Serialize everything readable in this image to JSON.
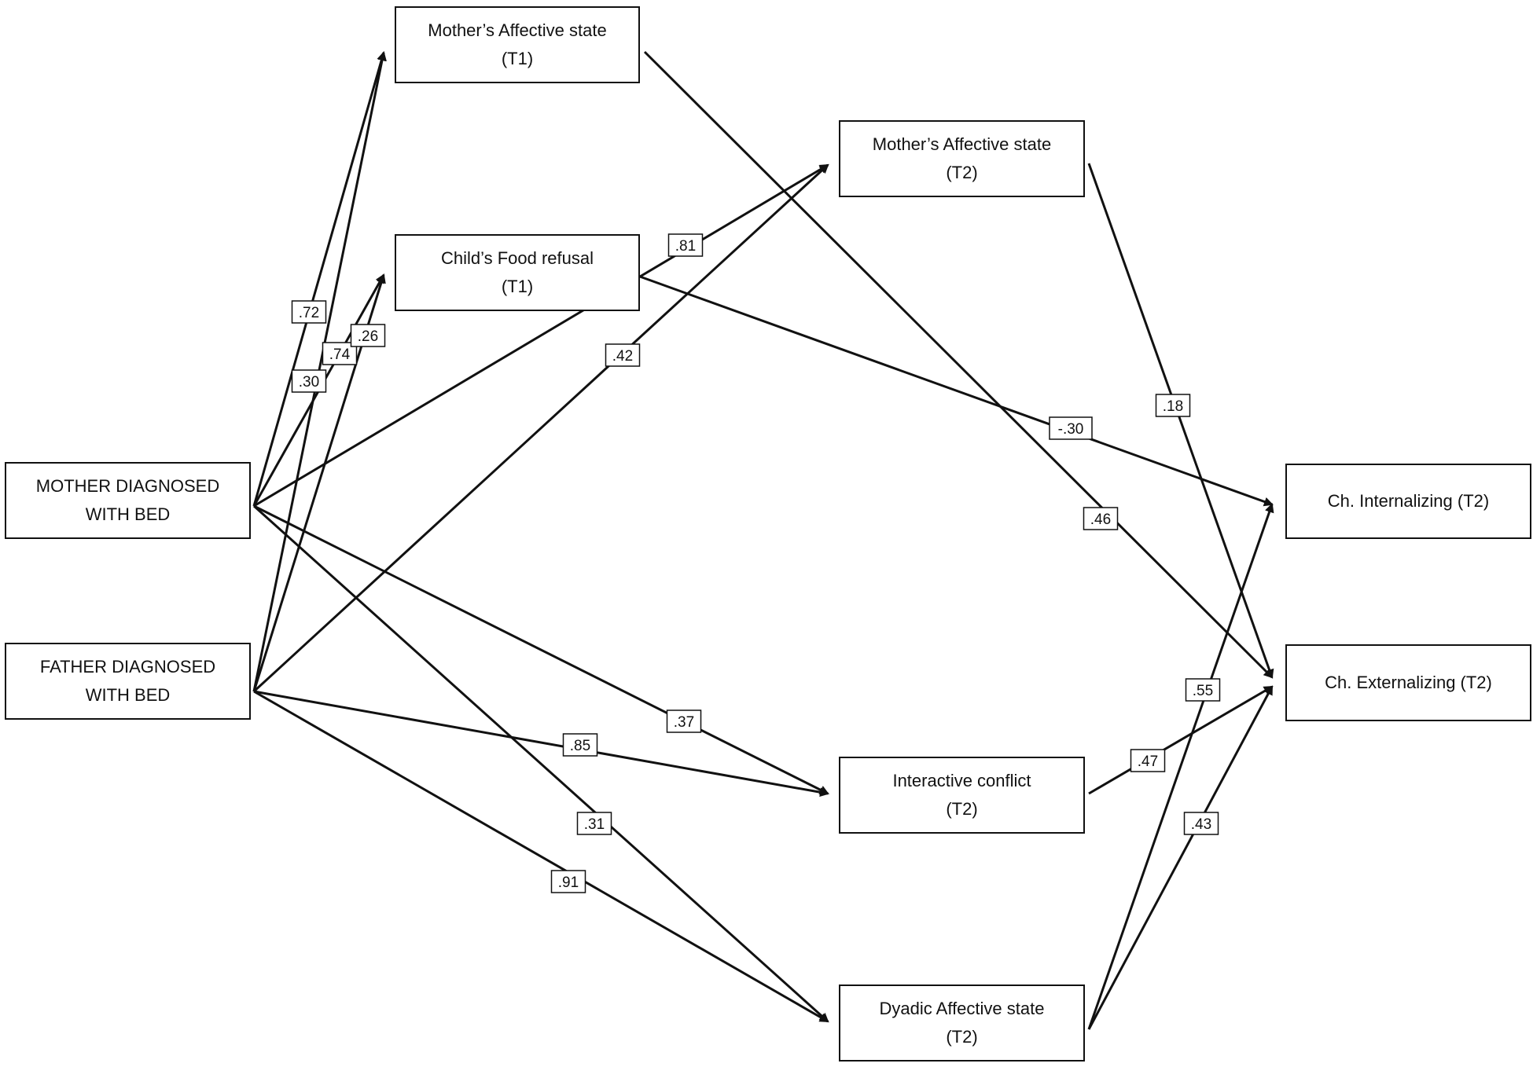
{
  "nodes": {
    "mother_bed": {
      "line1": "MOTHER DIAGNOSED",
      "line2": "WITH BED"
    },
    "father_bed": {
      "line1": "FATHER DIAGNOSED",
      "line2": "WITH BED"
    },
    "mother_aff_t1": {
      "line1": "Mother’s Affective state",
      "line2": "(T1)"
    },
    "food_refusal_t1": {
      "line1": "Child’s Food refusal",
      "line2": "(T1)"
    },
    "mother_aff_t2": {
      "line1": "Mother’s Affective state",
      "line2": "(T2)"
    },
    "interactive_conflict_t2": {
      "line1": "Interactive conflict",
      "line2": "(T2)"
    },
    "dyadic_aff_t2": {
      "line1": "Dyadic Affective state",
      "line2": "(T2)"
    },
    "internalizing_t2": {
      "line1": "Ch. Internalizing (T2)"
    },
    "externalizing_t2": {
      "line1": "Ch. Externalizing (T2)"
    }
  },
  "paths": [
    {
      "from": "mother_bed",
      "to": "mother_aff_t1",
      "coef": ".72"
    },
    {
      "from": "father_bed",
      "to": "mother_aff_t1",
      "coef": ".30"
    },
    {
      "from": "mother_bed",
      "to": "food_refusal_t1",
      "coef": ".74"
    },
    {
      "from": "father_bed",
      "to": "food_refusal_t1",
      "coef": ".26"
    },
    {
      "from": "mother_bed",
      "to": "mother_aff_t2",
      "coef": ".81"
    },
    {
      "from": "father_bed",
      "to": "mother_aff_t2",
      "coef": ".42"
    },
    {
      "from": "mother_bed",
      "to": "interactive_conflict_t2",
      "coef": ".37"
    },
    {
      "from": "father_bed",
      "to": "interactive_conflict_t2",
      "coef": ".85"
    },
    {
      "from": "mother_bed",
      "to": "dyadic_aff_t2",
      "coef": ".31"
    },
    {
      "from": "father_bed",
      "to": "dyadic_aff_t2",
      "coef": ".91"
    },
    {
      "from": "food_refusal_t1",
      "to": "internalizing_t2",
      "coef": "-.30"
    },
    {
      "from": "mother_aff_t1",
      "to": "externalizing_t2",
      "coef": ".46"
    },
    {
      "from": "mother_aff_t2",
      "to": "externalizing_t2",
      "coef": ".18"
    },
    {
      "from": "interactive_conflict_t2",
      "to": "externalizing_t2",
      "coef": ".47"
    },
    {
      "from": "dyadic_aff_t2",
      "to": "internalizing_t2",
      "coef": ".55"
    },
    {
      "from": "dyadic_aff_t2",
      "to": "externalizing_t2",
      "coef": ".43"
    }
  ]
}
